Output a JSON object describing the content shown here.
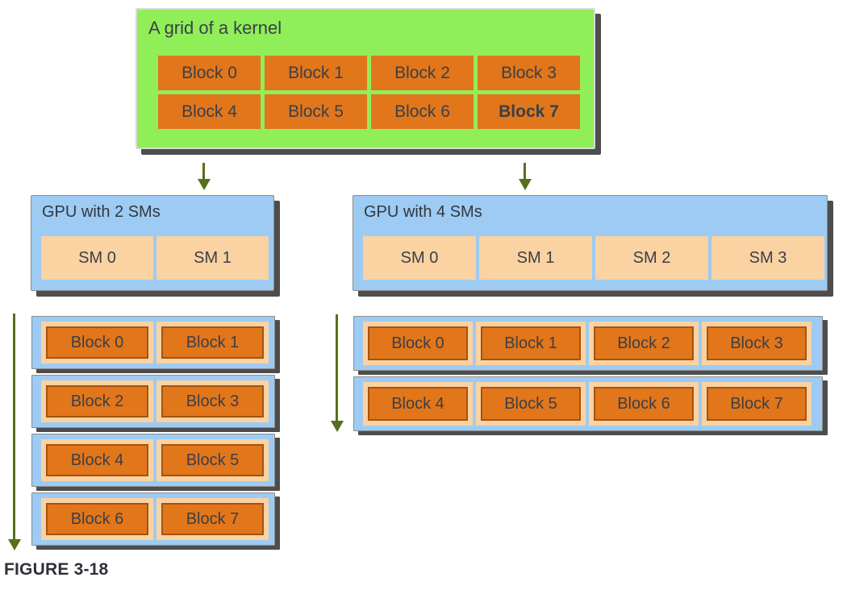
{
  "kernel_grid": {
    "title": "A grid of a kernel",
    "blocks": [
      "Block 0",
      "Block 1",
      "Block 2",
      "Block 3",
      "Block 4",
      "Block 5",
      "Block 6",
      "Block 7"
    ],
    "highlighted_block": "Block 7"
  },
  "gpu_2sm": {
    "title": "GPU with 2 SMs",
    "sms": [
      "SM 0",
      "SM 1"
    ],
    "schedule_rows": [
      [
        "Block 0",
        "Block 1"
      ],
      [
        "Block 2",
        "Block 3"
      ],
      [
        "Block 4",
        "Block 5"
      ],
      [
        "Block 6",
        "Block 7"
      ]
    ]
  },
  "gpu_4sm": {
    "title": "GPU with 4 SMs",
    "sms": [
      "SM 0",
      "SM 1",
      "SM 2",
      "SM 3"
    ],
    "schedule_rows": [
      [
        "Block 0",
        "Block 1",
        "Block 2",
        "Block 3"
      ],
      [
        "Block 4",
        "Block 5",
        "Block 6",
        "Block 7"
      ]
    ]
  },
  "caption": "FIGURE 3-18",
  "icons": {
    "dispatch_arrow": "down-arrow",
    "time_arrow": "down-arrow"
  },
  "colors": {
    "grid_green": "#90EE58",
    "gpu_blue": "#9DCBF3",
    "sm_peach": "#FBD2A2",
    "block_orange": "#E2761B",
    "arrow_olive": "#55701C",
    "shadow_gray": "#4D4D4D",
    "text_dark": "#3B3F47"
  }
}
